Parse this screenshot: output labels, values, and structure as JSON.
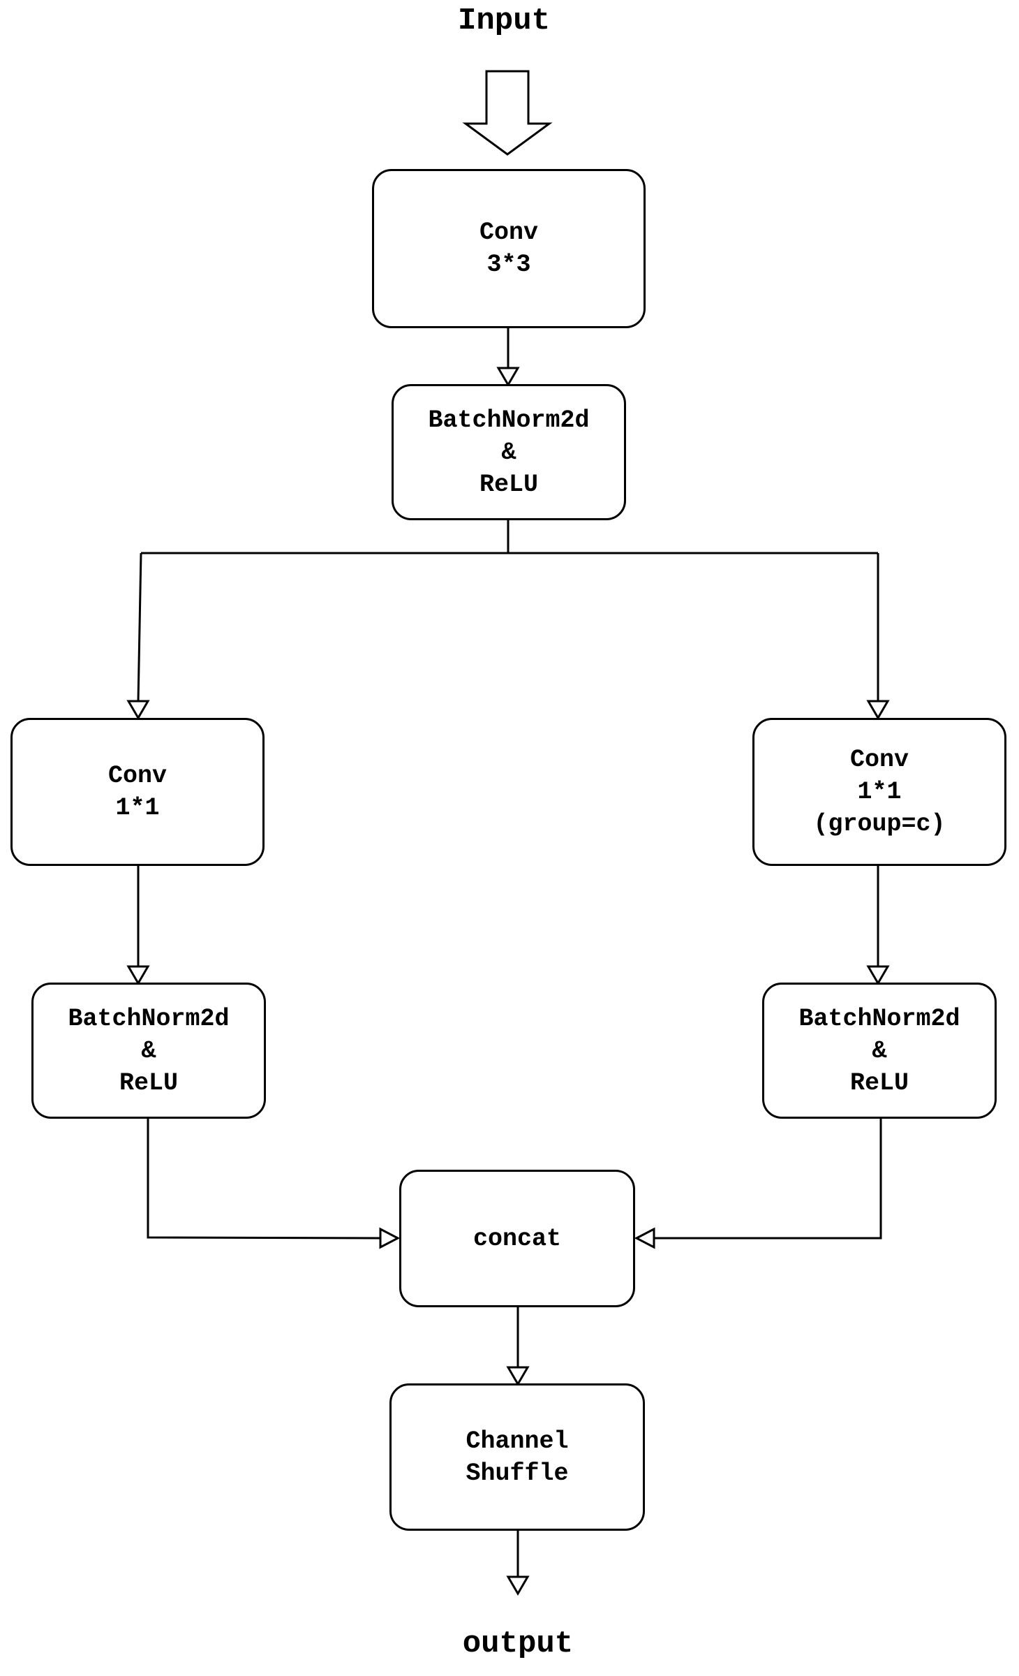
{
  "diagram": {
    "input_label": "Input",
    "output_label": "output",
    "nodes": {
      "conv3x3": "Conv\n3*3",
      "bn_relu_top": "BatchNorm2d\n&\nReLU",
      "conv1x1_left": "Conv\n1*1",
      "conv1x1_group_right": "Conv\n1*1\n(group=c)",
      "bn_relu_left": "BatchNorm2d\n&\nReLU",
      "bn_relu_right": "BatchNorm2d\n&\nReLU",
      "concat": "concat",
      "channel_shuffle": "Channel\nShuffle"
    },
    "colors": {
      "stroke": "#000000",
      "fill": "#ffffff",
      "text": "#000000"
    }
  }
}
